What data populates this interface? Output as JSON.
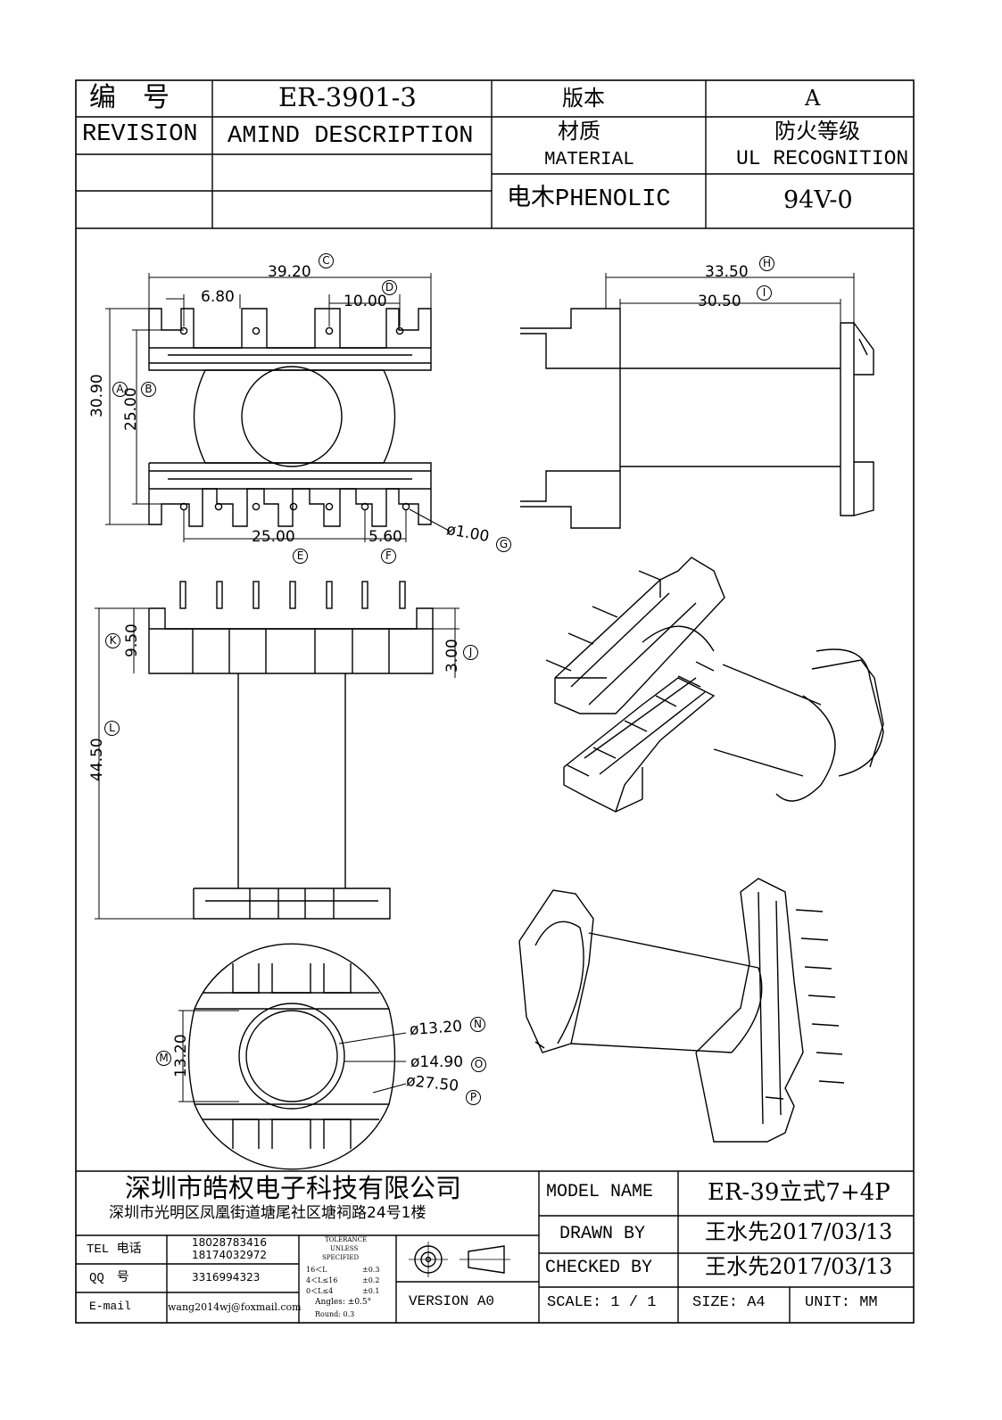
{
  "header": {
    "number_label": "编　号",
    "number_value": "ER-3901-3",
    "version_label": "版本",
    "version_value": "A",
    "revision_label": "REVISION",
    "amind_label": "AMIND DESCRIPTION",
    "material_label_cn": "材质",
    "material_label_en": "MATERIAL",
    "ul_label_cn": "防火等级",
    "ul_label_en": "UL RECOGNITION",
    "material_value": "电木PHENOLIC",
    "ul_value": "94V-0"
  },
  "dimensions": {
    "top_width": "39.20",
    "top_width_tag": "C",
    "pin_offset": "6.80",
    "pin_span_top": "10.00",
    "pin_span_top_tag": "D",
    "height_outer": "30.90",
    "height_outer_tag": "A",
    "height_inner": "25.00",
    "height_inner_tag": "B",
    "bottom_span": "25.00",
    "bottom_span_tag": "E",
    "pin_pitch": "5.60",
    "pin_pitch_tag": "F",
    "pin_dia": "ø1.00",
    "pin_dia_tag": "G",
    "side_width": "33.50",
    "side_width_tag": "H",
    "side_inner": "30.50",
    "side_inner_tag": "I",
    "flange_h": "9.50",
    "flange_h_tag": "K",
    "flange_gap": "3.00",
    "flange_gap_tag": "J",
    "total_h": "44.50",
    "total_h_tag": "L",
    "core_h": "13.20",
    "core_h_tag": "M",
    "inner_dia": "ø13.20",
    "inner_dia_tag": "N",
    "outer_dia": "ø14.90",
    "outer_dia_tag": "O",
    "flange_dia": "ø27.50",
    "flange_dia_tag": "P"
  },
  "title_block": {
    "company": "深圳市皓权电子科技有限公司",
    "address": "深圳市光明区凤凰街道塘尾社区塘祠路24号1楼",
    "tel_label": "TEL 电话",
    "tel_1": "18028783416",
    "tel_2": "18174032972",
    "qq_label": "QQ　号",
    "qq_value": "3316994323",
    "email_label": "E-mail",
    "email_value": "wang2014wj@foxmail.com",
    "tolerance_head": [
      "TOLERANCE",
      "UNLESS",
      "SPECIFIED"
    ],
    "tolerance_rows": [
      {
        "range": "16＜L",
        "tol": "±0.3"
      },
      {
        "range": "4＜L≤16",
        "tol": "±0.2"
      },
      {
        "range": "0＜L≤4",
        "tol": "±0.1"
      }
    ],
    "angles": "Angles: ±0.5°",
    "round": "Round: 0.3",
    "version": "VERSION A0",
    "model_label": "MODEL NAME",
    "model_value": "ER-39立式7+4P",
    "drawn_label": "DRAWN BY",
    "drawn_value": "王水先2017/03/13",
    "checked_label": "CHECKED BY",
    "checked_value": "王水先2017/03/13",
    "scale_label": "SCALE: 1 / 1",
    "size_label": "SIZE: A4",
    "unit_label": "UNIT: MM"
  }
}
